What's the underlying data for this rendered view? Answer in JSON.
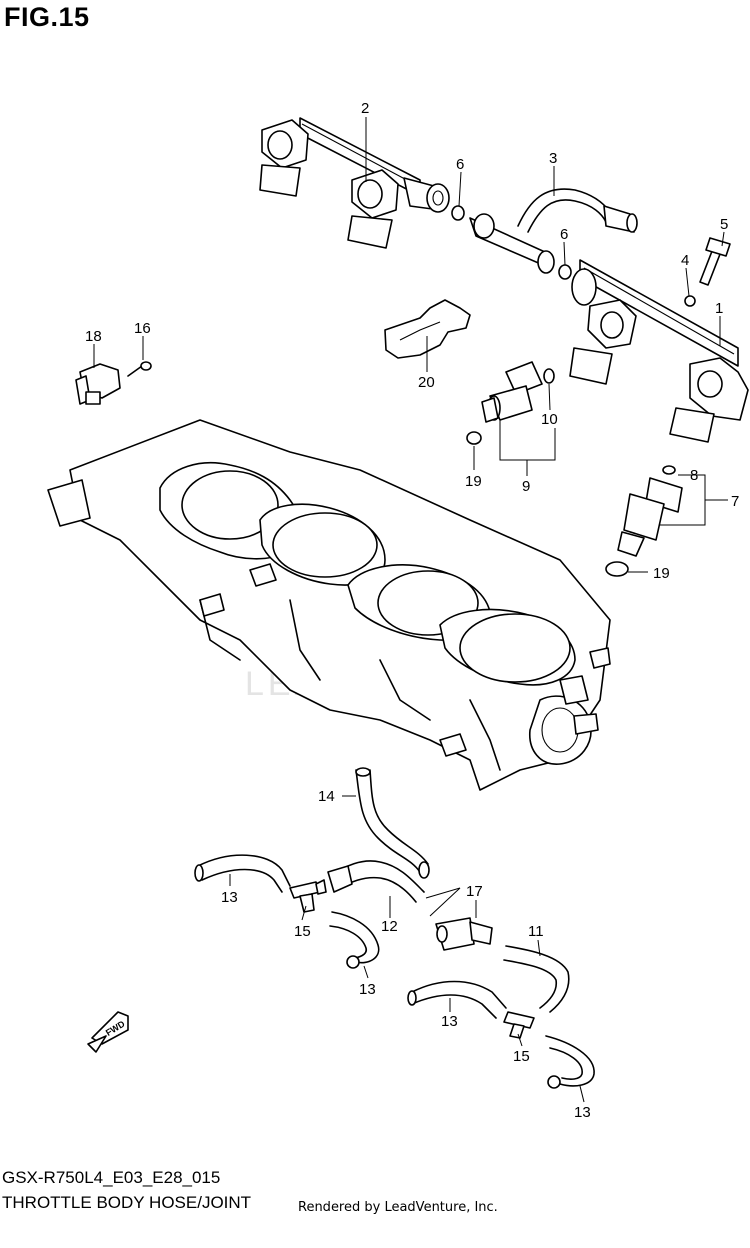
{
  "figure_title": "FIG.15",
  "model_code": "GSX-R750L4_E03_E28_015",
  "caption": "THROTTLE BODY HOSE/JOINT",
  "rendered_by": "Rendered by LeadVenture, Inc.",
  "watermark": "LEADVENTURE",
  "fwd_label": "FWD",
  "callouts": {
    "c1": "1",
    "c2": "2",
    "c3": "3",
    "c4": "4",
    "c5": "5",
    "c6a": "6",
    "c6b": "6",
    "c7": "7",
    "c8": "8",
    "c9": "9",
    "c10": "10",
    "c11": "11",
    "c12": "12",
    "c13a": "13",
    "c13b": "13",
    "c13c": "13",
    "c13d": "13",
    "c14": "14",
    "c15a": "15",
    "c15b": "15",
    "c16": "16",
    "c17": "17",
    "c18": "18",
    "c19a": "19",
    "c19b": "19",
    "c20": "20"
  }
}
